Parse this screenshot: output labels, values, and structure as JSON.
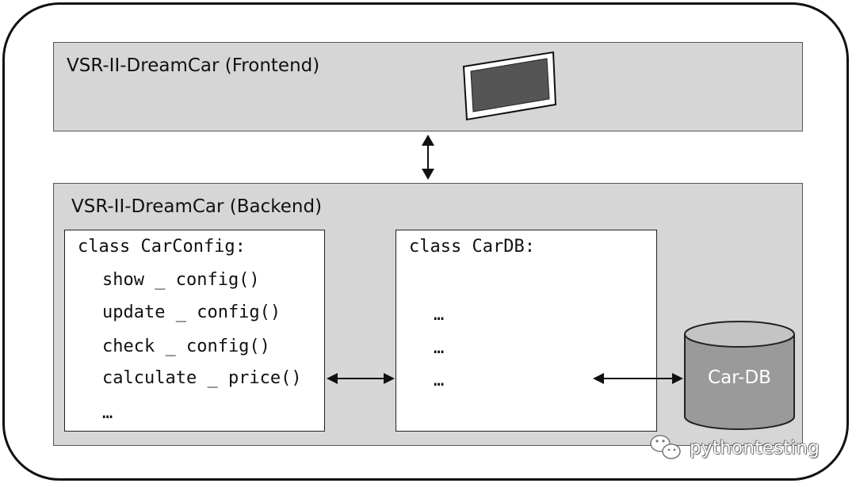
{
  "frontend": {
    "title": "VSR-II-DreamCar (Frontend)"
  },
  "backend": {
    "title": "VSR-II-DreamCar (Backend)"
  },
  "carconfig": {
    "header": "class CarConfig:",
    "methods": [
      "show _ config()",
      "update _ config()",
      "check _ config()",
      "calculate _ price()",
      "…"
    ]
  },
  "cardb_class": {
    "header": "class CarDB:",
    "items": [
      "…",
      "…",
      "…"
    ]
  },
  "database": {
    "label": "Car-DB"
  },
  "watermark": {
    "text": "pythontesting"
  },
  "icons": {
    "frontend": "monitor-icon",
    "watermark": "wechat-icon",
    "database": "database-cylinder-icon"
  }
}
